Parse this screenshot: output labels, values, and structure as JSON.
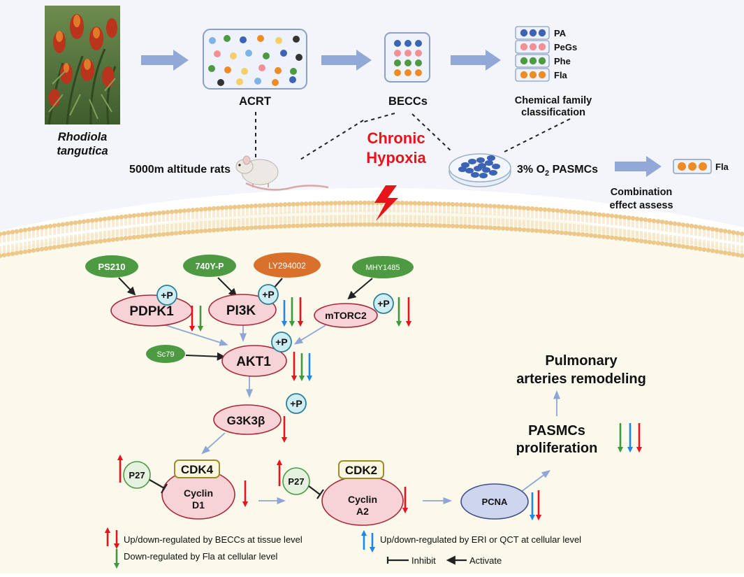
{
  "top": {
    "plant_name_line1": "Rhodiola",
    "plant_name_line2": "tangutica",
    "acrt": "ACRT",
    "beccs": "BECCs",
    "families": [
      "PA",
      "PeGs",
      "Phe",
      "Fla"
    ],
    "classification_line1": "Chemical family",
    "classification_line2": "classification",
    "rats": "5000m altitude rats",
    "chronic_line1": "Chronic",
    "chronic_line2": "Hypoxia",
    "pasmc_pre": "3% O",
    "pasmc_sub": "2",
    "pasmc_post": " PASMCs",
    "fla": "Fla",
    "combination_line1": "Combination",
    "combination_line2": "effect assess"
  },
  "pathway": {
    "ps210": "PS210",
    "y740": "740Y-P",
    "ly": "LY294002",
    "mhy": "MHY1485",
    "sc79": "Sc79",
    "pdpk1": "PDPK1",
    "pi3k": "PI3K",
    "mtorc2": "mTORC2",
    "akt1": "AKT1",
    "g3k3b": "G3K3β",
    "phos": "+P",
    "cdk4": "CDK4",
    "cyclin_d1_line1": "Cyclin",
    "cyclin_d1_line2": "D1",
    "cdk2": "CDK2",
    "cyclin_a2_line1": "Cyclin",
    "cyclin_a2_line2": "A2",
    "p27": "P27",
    "pcna": "PCNA",
    "prolif_line1": "PASMCs",
    "prolif_line2": "proliferation",
    "remodel_line1": "Pulmonary",
    "remodel_line2": "arteries remodeling"
  },
  "legend": {
    "beccs": "Up/down-regulated by BECCs at tissue level",
    "fla": "Down-regulated by Fla at cellular level",
    "eri": "Up/down-regulated by ERI  or  QCT at cellular level",
    "inhibit": "Inhibit",
    "activate": "Activate"
  },
  "colors": {
    "red": "#e8141c",
    "green": "#3e9a3a",
    "blue": "#1e88e5",
    "protein_fill": "#f6d3d6",
    "drug_green": "#4e9a43",
    "drug_orange": "#d9712c",
    "flow_arrow": "#8ea6d6"
  }
}
